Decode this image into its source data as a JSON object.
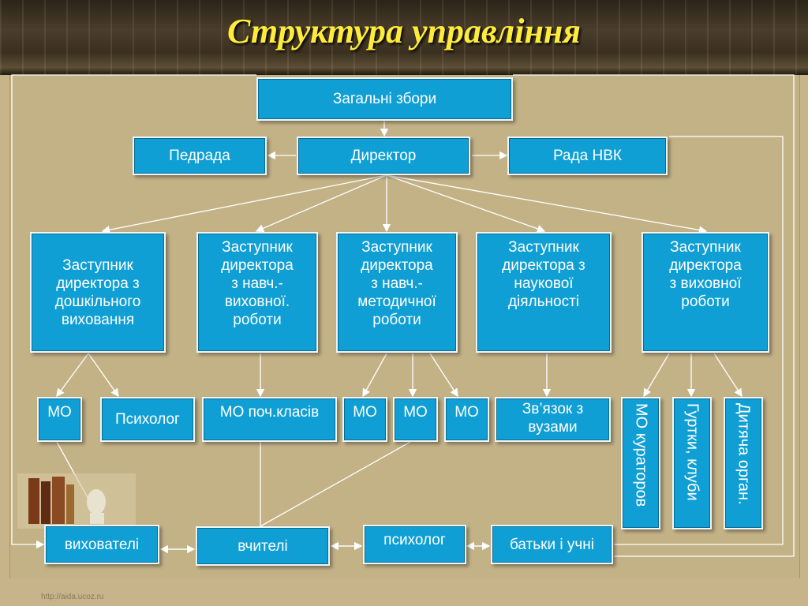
{
  "title": "Структура управління",
  "footer": "http://aida.ucoz.ru",
  "boxes": {
    "general": "Загальні збори",
    "pedrada": "Педрада",
    "director": "Директор",
    "rada": "Рада НВК",
    "dep1": "Заступник\nдиректора з\nдошкільного\nвиховання",
    "dep2": "Заступник\nдиректора\nз навч.-\nвиховної.\nроботи",
    "dep3": "Заступник\nдиректора\nз навч.-\nметодичної\nроботи",
    "dep4": "Заступник\nдиректора з\nнаукової\nдіяльності",
    "dep5": "Заступник\nдиректора\nз виховної\nроботи",
    "mo1": "МО",
    "psych1": "Психолог",
    "mo_poch": "МО поч.класів",
    "mo2": "МО",
    "mo3": "МО",
    "mo4": "МО",
    "zvyazok": "Зв’язок з\nвузами",
    "mo_kurat": "МО кураторов",
    "hurtky": "Гуртки, клуби",
    "dytyacha": "Дитяча орган.",
    "vykhovateli": "вихователі",
    "vchyteli": "вчителі",
    "psykholoh": "психолог",
    "batky": "батьки і учні"
  },
  "colors": {
    "box": "#0f9fd4",
    "border": "#eef6f8",
    "title": "#ffec3a",
    "background": "#c4b287"
  }
}
